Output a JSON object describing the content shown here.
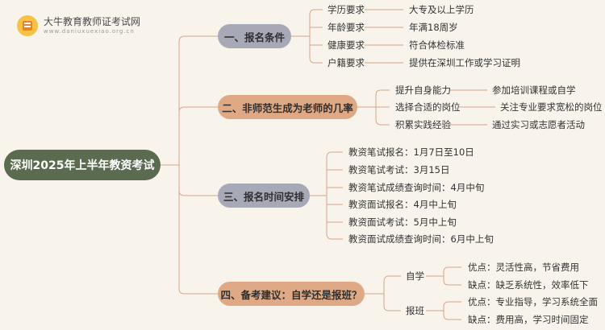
{
  "logo": {
    "name": "大牛教育教师证考试网",
    "url": "www.daniuxuexiao.org.cn"
  },
  "root": "深圳2025年上半年教资考试",
  "sections": [
    {
      "title": "一、报名条件",
      "items": [
        {
          "label": "学历要求",
          "value": "大专及以上学历"
        },
        {
          "label": "年龄要求",
          "value": "年满18周岁"
        },
        {
          "label": "健康要求",
          "value": "符合体检标准"
        },
        {
          "label": "户籍要求",
          "value": "提供在深圳工作或学习证明"
        }
      ]
    },
    {
      "title": "二、非师范生成为老师的几率",
      "items": [
        {
          "label": "提升自身能力",
          "value": "参加培训课程或自学"
        },
        {
          "label": "选择合适的岗位",
          "value": "关注专业要求宽松的岗位"
        },
        {
          "label": "积累实践经验",
          "value": "通过实习或志愿者活动"
        }
      ]
    },
    {
      "title": "三、报名时间安排",
      "items": [
        "教资笔试报名：1月7日至10日",
        "教资笔试考试：3月15日",
        "教资笔试成绩查询时间：4月中旬",
        "教资面试报名：4月中上旬",
        "教资面试考试：5月中上旬",
        "教资面试成绩查询时间：6月中上旬"
      ]
    },
    {
      "title": "四、备考建议：自学还是报班？",
      "groups": [
        {
          "label": "自学",
          "items": [
            "优点：灵活性高，节省费用",
            "缺点：缺乏系统性，效率低下"
          ]
        },
        {
          "label": "报班",
          "items": [
            "优点：专业指导，学习系统全面",
            "缺点：费用高，学习时间固定"
          ]
        }
      ]
    }
  ],
  "colors": {
    "root": "#5b6b50",
    "gray_node": "#a7a9b6",
    "tan_node": "#dfa985",
    "line": "#d9a58a",
    "background": "#f8f4ec"
  }
}
